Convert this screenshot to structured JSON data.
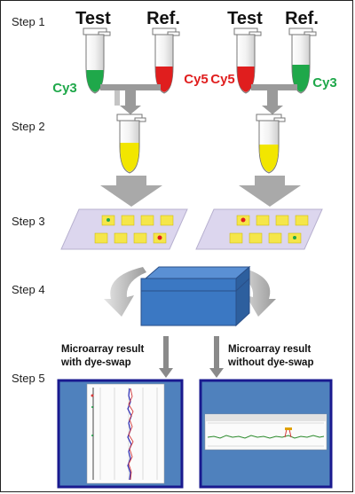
{
  "steps": [
    "Step 1",
    "Step 2",
    "Step 3",
    "Step 4",
    "Step 5"
  ],
  "tube_labels": {
    "test": "Test",
    "ref": "Ref."
  },
  "dye_labels": {
    "left_green": "Cy3",
    "left_red": "Cy5",
    "right_red": "Cy5",
    "right_green": "Cy3"
  },
  "results": {
    "left_line1": "Microarray result",
    "left_line2": "with dye-swap",
    "right_line1": "Microarray result",
    "right_line2": "without dye-swap"
  },
  "colors": {
    "cy3_green": "#1fa84a",
    "cy5_red": "#e01e1e",
    "mix_yellow": "#f2e600",
    "slide_fill": "#dcd6ee",
    "spot_yellow": "#f5e64a",
    "box_blue": "#3b78c3",
    "screen_border": "#1a1a8f",
    "screen_bg": "#4f81bd",
    "arrow_gray": "#9a9a9a"
  }
}
